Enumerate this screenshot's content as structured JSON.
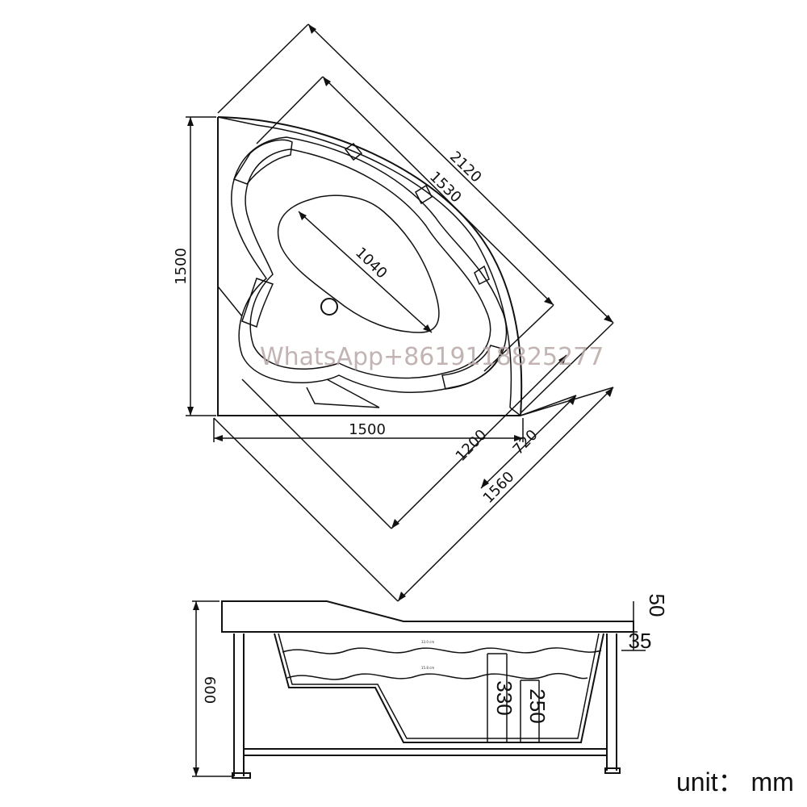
{
  "plan_view": {
    "dim_side_vertical": "1500",
    "dim_side_horizontal": "1500",
    "dim_outer_diagonal": "2120",
    "dim_inner_diagonal": "1530",
    "dim_basin_length": "1040",
    "dim_basin_width": "1200",
    "dim_front_depth": "720",
    "dim_overall_depth": "1560"
  },
  "side_view": {
    "dim_height": "600",
    "dim_rim": "50",
    "dim_lip": "35",
    "dim_water_high": "330",
    "dim_water_low": "250",
    "water_line_high_label": "33.0 cm",
    "water_line_low_label": "15.8 cm"
  },
  "watermark": "WhatsApp+8619118825277",
  "unit_label": "unit： mm",
  "colors": {
    "line": "#111111",
    "watermark": "#b9a7a7",
    "background": "#ffffff"
  }
}
